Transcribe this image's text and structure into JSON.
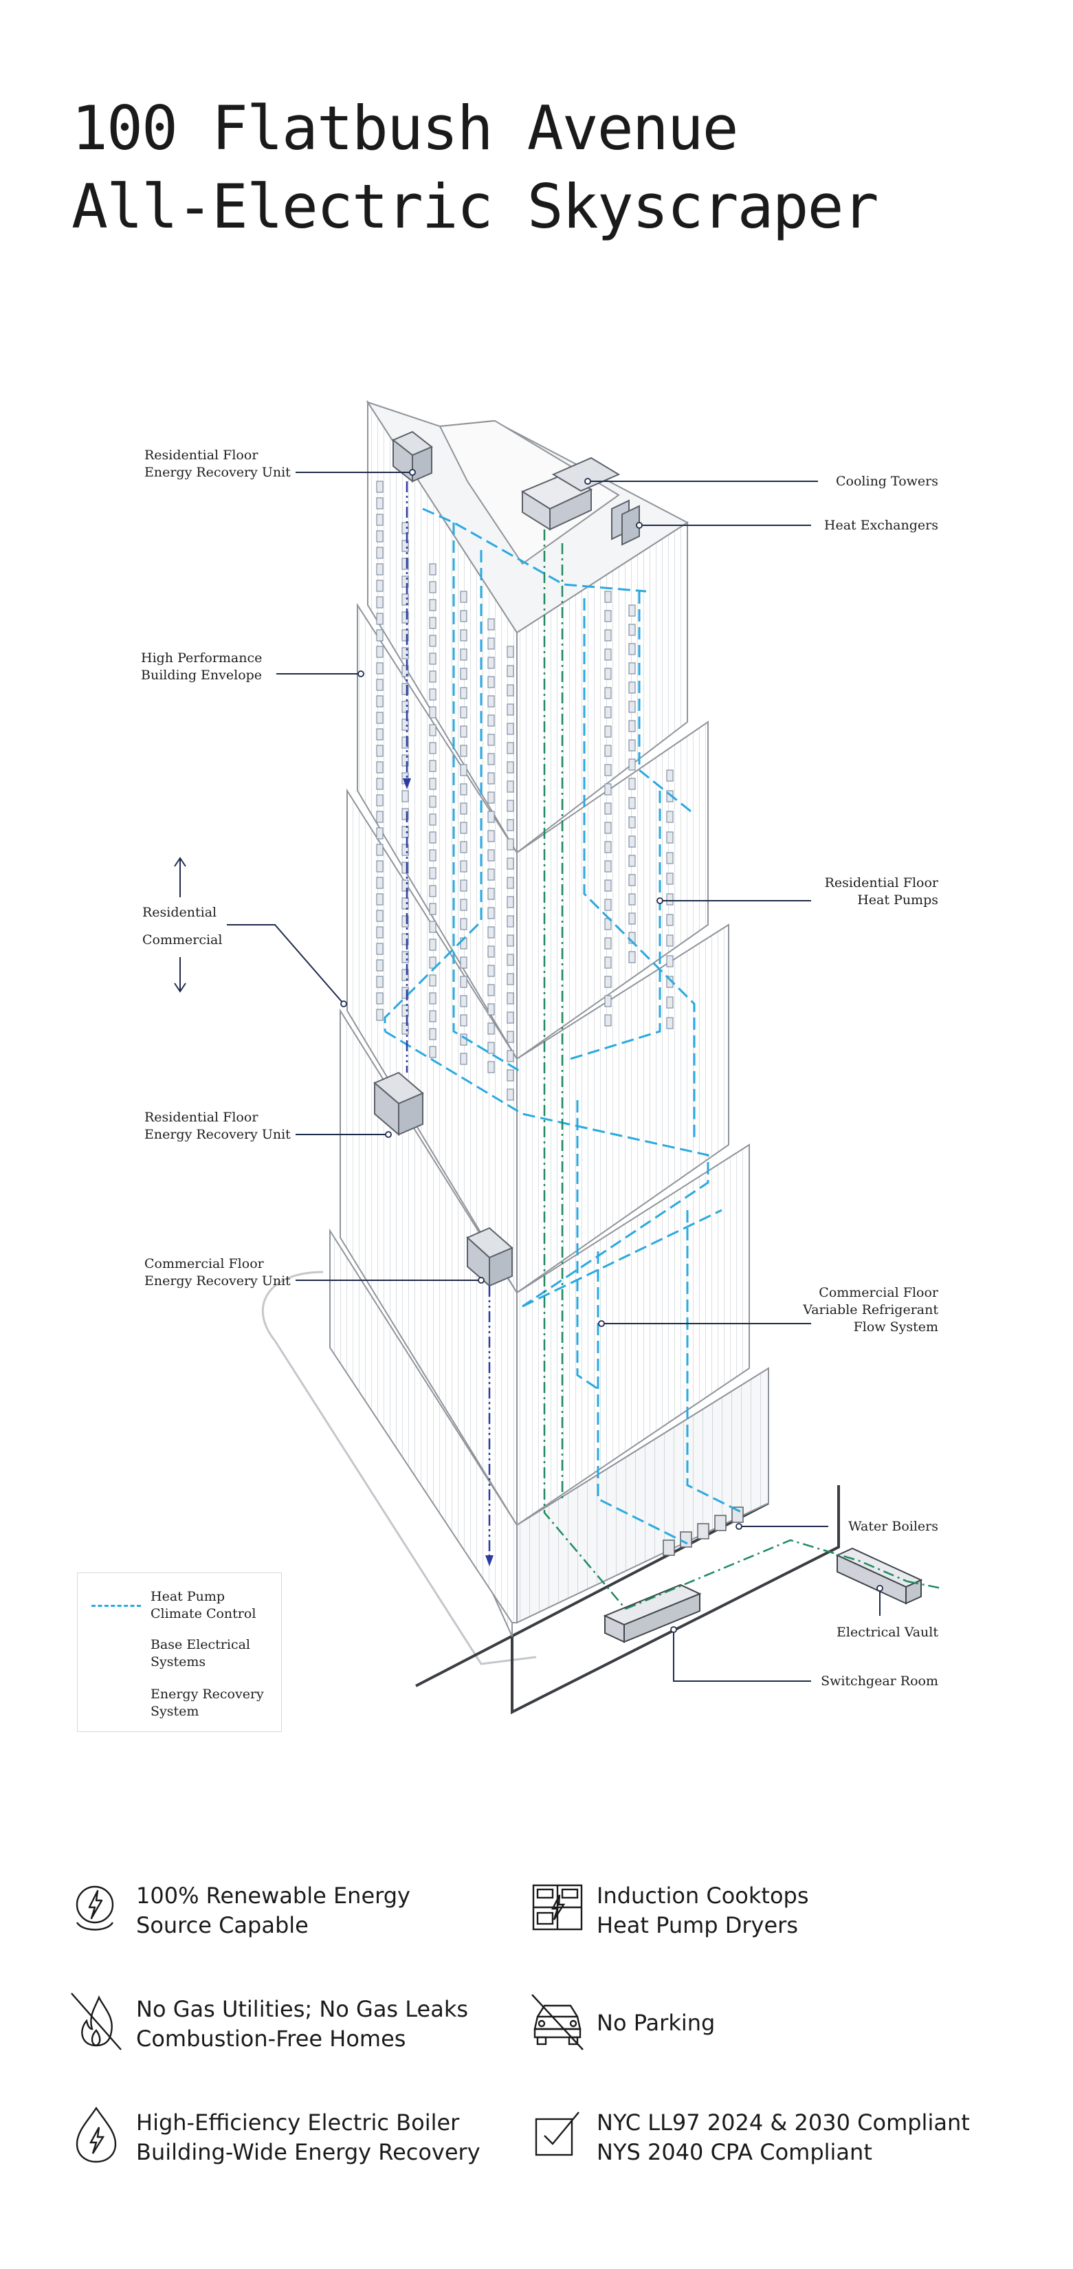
{
  "header": {
    "title_line1": "100 Flatbush Avenue",
    "title_line2": "All-Electric Skyscraper"
  },
  "colors": {
    "heat_pump": "#29a9e0",
    "base_electrical": "#1f8a5e",
    "energy_recovery": "#2b3aa3",
    "leader": "#1e2a4a",
    "outline": "#9a9ea4"
  },
  "labels": {
    "res_erv_top": [
      "Residential Floor",
      "Energy Recovery Unit"
    ],
    "envelope": [
      "High Performance",
      "Building Envelope"
    ],
    "zone_upper": "Residential",
    "zone_lower": "Commercial",
    "res_erv_mid": [
      "Residential Floor",
      "Energy Recovery Unit"
    ],
    "com_erv": [
      "Commercial Floor",
      "Energy Recovery Unit"
    ],
    "cooling_towers": "Cooling Towers",
    "heat_exchangers": "Heat Exchangers",
    "res_heat_pumps": [
      "Residential Floor",
      "Heat Pumps"
    ],
    "vrf": [
      "Commercial Floor",
      "Variable Refrigerant",
      "Flow System"
    ],
    "water_boilers": "Water Boilers",
    "electrical_vault": "Electrical Vault",
    "switchgear": "Switchgear Room"
  },
  "legend": [
    {
      "lines": [
        "Heat Pump",
        "Climate Control"
      ],
      "style": "dashed",
      "icon": "heat-pump-line"
    },
    {
      "lines": [
        "Base Electrical",
        "Systems"
      ],
      "style": "dash-dot",
      "icon": "base-electrical-line"
    },
    {
      "lines": [
        "Energy Recovery",
        "System"
      ],
      "style": "dash-dot-dot",
      "icon": "energy-recovery-line"
    }
  ],
  "features": [
    {
      "icon": "renewable-energy-icon",
      "lines": [
        "100% Renewable Energy",
        "Source Capable"
      ]
    },
    {
      "icon": "induction-cooktop-icon",
      "lines": [
        "Induction Cooktops",
        "Heat Pump Dryers"
      ]
    },
    {
      "icon": "no-gas-flame-icon",
      "lines": [
        "No Gas Utilities; No Gas Leaks",
        "Combustion-Free Homes"
      ]
    },
    {
      "icon": "no-parking-car-icon",
      "lines": [
        "No Parking"
      ]
    },
    {
      "icon": "electric-boiler-icon",
      "lines": [
        "High-Efficiency Electric Boiler",
        "Building-Wide Energy Recovery"
      ]
    },
    {
      "icon": "compliance-checkbox-icon",
      "lines": [
        "NYC LL97 2024 & 2030 Compliant",
        "NYS 2040 CPA Compliant"
      ]
    }
  ]
}
